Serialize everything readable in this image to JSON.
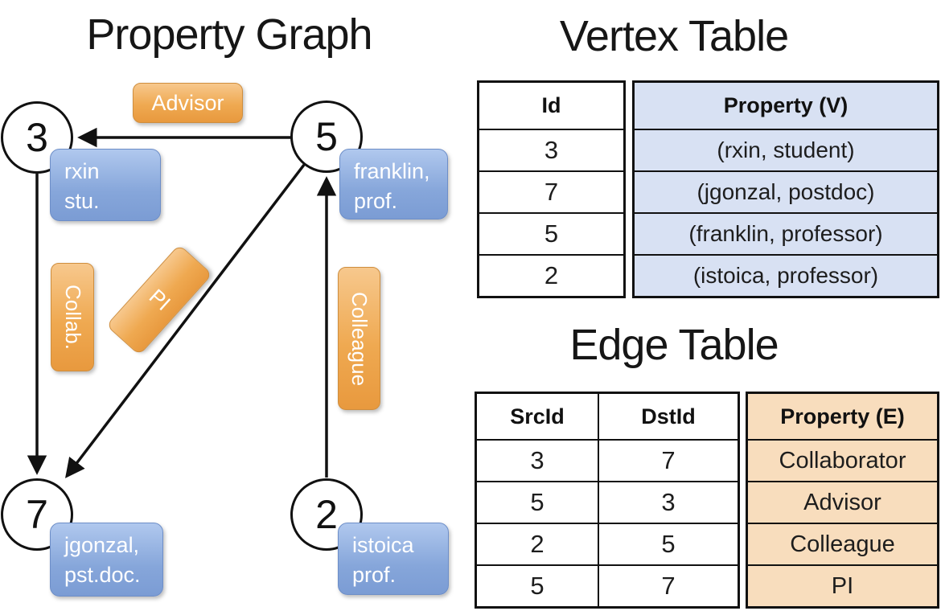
{
  "colors": {
    "edge_label_fill_top": "#f7c88d",
    "edge_label_fill_bottom": "#e8993e",
    "edge_label_border": "#cf8e3e",
    "vertex_label_fill_top": "#b0c8ee",
    "vertex_label_fill_bottom": "#7b9cd4",
    "vertex_label_border": "#6d8ec8",
    "vertex_table_property_fill": "#d8e1f3",
    "edge_table_property_fill": "#f8ddbd",
    "line_color": "#111111",
    "background": "#ffffff"
  },
  "graph": {
    "title": "Property Graph",
    "nodes": [
      {
        "id": "3"
      },
      {
        "id": "5"
      },
      {
        "id": "7"
      },
      {
        "id": "2"
      }
    ],
    "vertex_labels": [
      {
        "line1": "rxin",
        "line2": "stu."
      },
      {
        "line1": "franklin,",
        "line2": "prof."
      },
      {
        "line1": "jgonzal,",
        "line2": "pst.doc."
      },
      {
        "line1": "istoica",
        "line2": "prof."
      }
    ],
    "edge_labels": [
      {
        "label": "Advisor"
      },
      {
        "label": "Collab."
      },
      {
        "label": "PI"
      },
      {
        "label": "Colleague"
      }
    ]
  },
  "vertex_table": {
    "title": "Vertex Table",
    "id_header": "Id",
    "property_header": "Property (V)",
    "rows": [
      {
        "id": "3",
        "property": "(rxin, student)"
      },
      {
        "id": "7",
        "property": "(jgonzal, postdoc)"
      },
      {
        "id": "5",
        "property": "(franklin, professor)"
      },
      {
        "id": "2",
        "property": "(istoica, professor)"
      }
    ]
  },
  "edge_table": {
    "title": "Edge Table",
    "src_header": "SrcId",
    "dst_header": "DstId",
    "property_header": "Property (E)",
    "rows": [
      {
        "src": "3",
        "dst": "7",
        "property": "Collaborator"
      },
      {
        "src": "5",
        "dst": "3",
        "property": "Advisor"
      },
      {
        "src": "2",
        "dst": "5",
        "property": "Colleague"
      },
      {
        "src": "5",
        "dst": "7",
        "property": "PI"
      }
    ]
  }
}
